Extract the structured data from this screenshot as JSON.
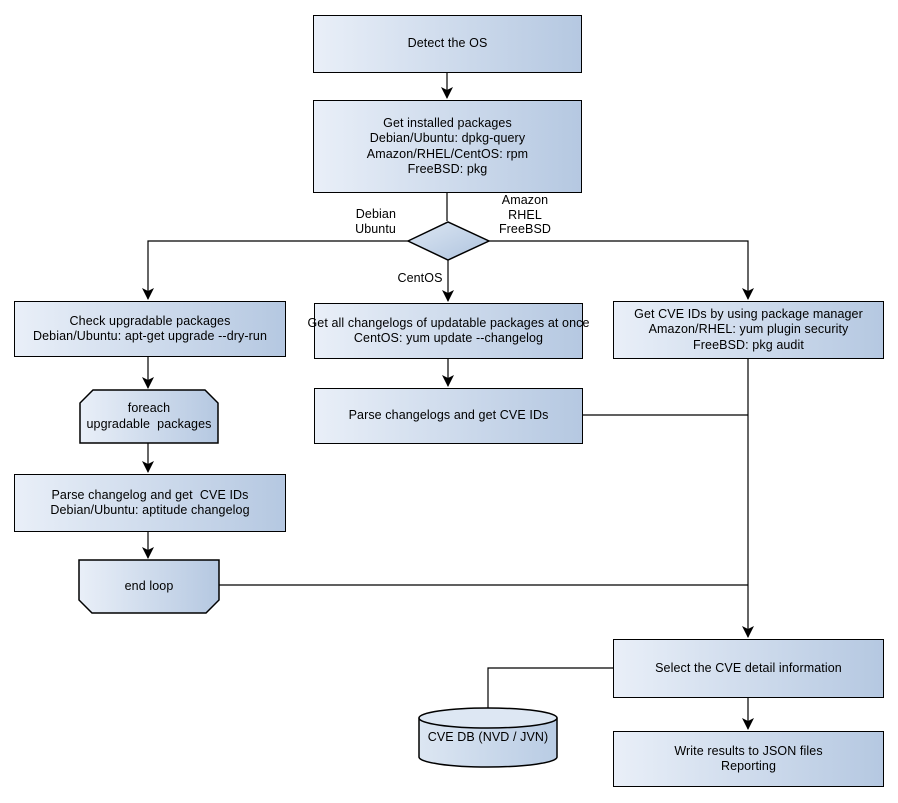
{
  "theme": {
    "bg": "#ffffff",
    "line": "#000000",
    "text": "#000000",
    "fill_light": "#e9eff8",
    "fill_dark": "#b5c8e1",
    "diamond_light": "#dde7f3",
    "diamond_dark": "#aec3de",
    "cyl_light": "#dce6f2",
    "cyl_dark": "#b9cce4",
    "cyl_top": "#dde7f3"
  },
  "nodes": {
    "detect_os": {
      "label": "Detect the OS"
    },
    "get_installed_packages": {
      "label": "Get installed packages\nDebian/Ubuntu: dpkg-query\nAmazon/RHEL/CentOS: rpm\nFreeBSD: pkg"
    },
    "check_upgradable": {
      "label": "Check upgradable packages\nDebian/Ubuntu: apt-get upgrade --dry-run"
    },
    "foreach_loop": {
      "label": "foreach\nupgradable  packages"
    },
    "parse_changelog_deb": {
      "label": "Parse changelog and get  CVE IDs\nDebian/Ubuntu: aptitude changelog"
    },
    "end_loop": {
      "label": "end loop"
    },
    "get_all_changelogs": {
      "label": "Get all changelogs of updatable packages at once\nCentOS: yum update --changelog"
    },
    "parse_changelogs": {
      "label": "Parse changelogs and get CVE IDs"
    },
    "get_cve_ids_pkg_mgr": {
      "label": "Get CVE IDs by using package manager\nAmazon/RHEL: yum plugin security\nFreeBSD: pkg audit"
    },
    "select_cve_detail": {
      "label": "Select the CVE detail information"
    },
    "write_results": {
      "label": "Write results to JSON files\nReporting"
    },
    "cve_db": {
      "label": "CVE DB (NVD / JVN)"
    }
  },
  "edge_labels": {
    "debian_ubuntu": "Debian\nUbuntu",
    "amazon_rhel_freebsd": "Amazon\nRHEL\nFreeBSD",
    "centos": "CentOS"
  }
}
